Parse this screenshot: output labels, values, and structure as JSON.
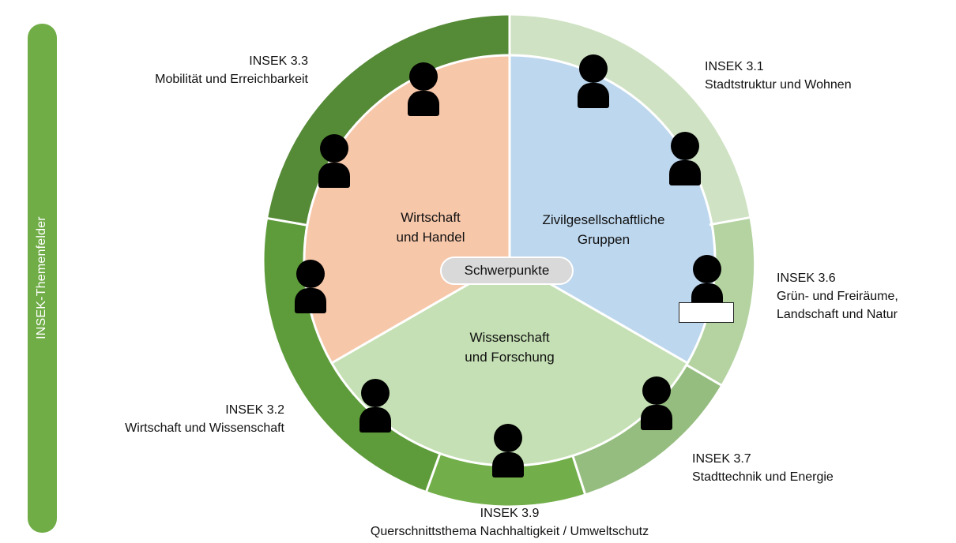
{
  "figure_label": "",
  "side_bar": {
    "label": "INSEK-Themenfelder"
  },
  "ring": [
    {
      "code": "INSEK 3.1",
      "title": "Stadtstruktur und Wohnen",
      "color": "#cfe2c3"
    },
    {
      "code": "INSEK 3.6",
      "title": "Grün- und Freiräume,",
      "title2": "Landschaft und Natur",
      "color": "#b4d3a1"
    },
    {
      "code": "INSEK 3.7",
      "title": "Stadttechnik und Energie",
      "color": "#95bd7f"
    },
    {
      "code": "INSEK 3.9",
      "title": "Querschnittsthema Nachhaltigkeit / Umweltschutz",
      "color": "#72ae49"
    },
    {
      "code": "INSEK 3.2",
      "title": "Wirtschaft und Wissenschaft",
      "color": "#5e9b3a"
    },
    {
      "code": "INSEK 3.3",
      "title": "Mobilität und Erreichbarkeit",
      "color": "#558a36"
    }
  ],
  "sectors": [
    {
      "line1": "Zivilgesellschaftliche",
      "line2": "Gruppen",
      "color": "#bdd7ee"
    },
    {
      "line1": "Wirtschaft",
      "line2": "und Handel",
      "color": "#f7c7aa"
    },
    {
      "line1": "Wissenschaft",
      "line2": "und Forschung",
      "color": "#c5e0b4"
    }
  ],
  "center_label": "Schwerpunkte",
  "jugend_label": "",
  "person_icon": "person-icon"
}
